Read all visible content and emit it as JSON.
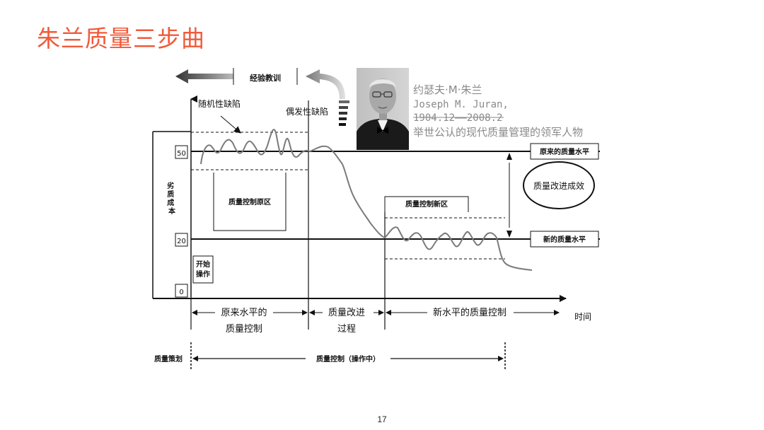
{
  "slide": {
    "title": "朱兰质量三步曲",
    "page_number": "17"
  },
  "portrait": {
    "name_cn": "约瑟夫·M·朱兰",
    "name_en": "Joseph M. Juran,",
    "dates": "1904.12——2008.2",
    "description": "举世公认的现代质量管理的领军人物"
  },
  "diagram": {
    "top_banner": "经验教训",
    "random_defect": "随机性缺陷",
    "sporadic_defect": "偶发性缺陷",
    "y_axis_label": "劣质成本",
    "y_ticks": [
      "50",
      "20",
      "0"
    ],
    "start_operation": "开始操作",
    "old_zone": "质量控制原区",
    "new_zone": "质量控制新区",
    "original_level": "原来的质量水平",
    "new_level": "新的质量水平",
    "improvement_effect": "质量改进成效",
    "x_axis_label": "时间",
    "phase_1": [
      "原来水平的",
      "质量控制"
    ],
    "phase_2": [
      "质量改进",
      "过程"
    ],
    "phase_3": "新水平的质量控制",
    "bottom_left": "质量策划",
    "bottom_span": "质量控制（操作中）"
  },
  "colors": {
    "title": "#f15a3a",
    "line": "#111111",
    "caption_grey": "#8a8a8a"
  }
}
